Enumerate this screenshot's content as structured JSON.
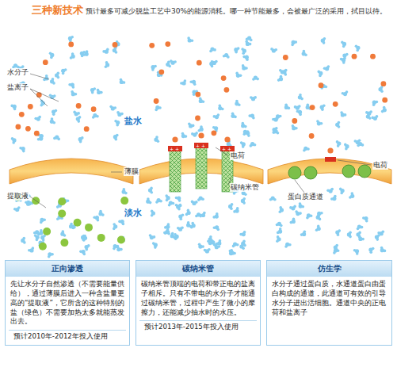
{
  "diagram": {
    "title": "三种新技术",
    "caption": "预计最多可减少脱盐工艺中30%的能源消耗。哪一种节能最多，会被最广泛的采用，拭目以待。",
    "nodes": [
      {
        "text": [
          "正向渗透",
          "先让水分子自然渗透（不需要能量供给），通过薄膜后进入一种含盐量更高的“提取液”，它所含的这种特别的盐（绿色）不需要加热太多就能蒸发出去。",
          "预计2010年-2012年投入使用"
        ]
      },
      {
        "text": [
          "碳纳米管",
          "碳纳米管顶端的电荷和带正电的盐离子相斥。只有不带电的水分子才能通过碳纳米管，过程中产生了微小的摩擦力，还能减少抽水时的水压。",
          "预计2013年-2015年投入使用"
        ]
      },
      {
        "text": [
          "仿生学",
          "水分子通过蛋白质，水通道蛋白由蛋白构成的通道，此通道可有效的引导水分子进出活细胞。通道中央的正电荷和盐离子"
        ]
      }
    ],
    "labels": [
      "水分子",
      "盐离子",
      "薄膜",
      "提取液",
      "盐水",
      "淡水",
      "电荷",
      "碳纳米管",
      "电荷",
      "蛋白质通道"
    ]
  }
}
